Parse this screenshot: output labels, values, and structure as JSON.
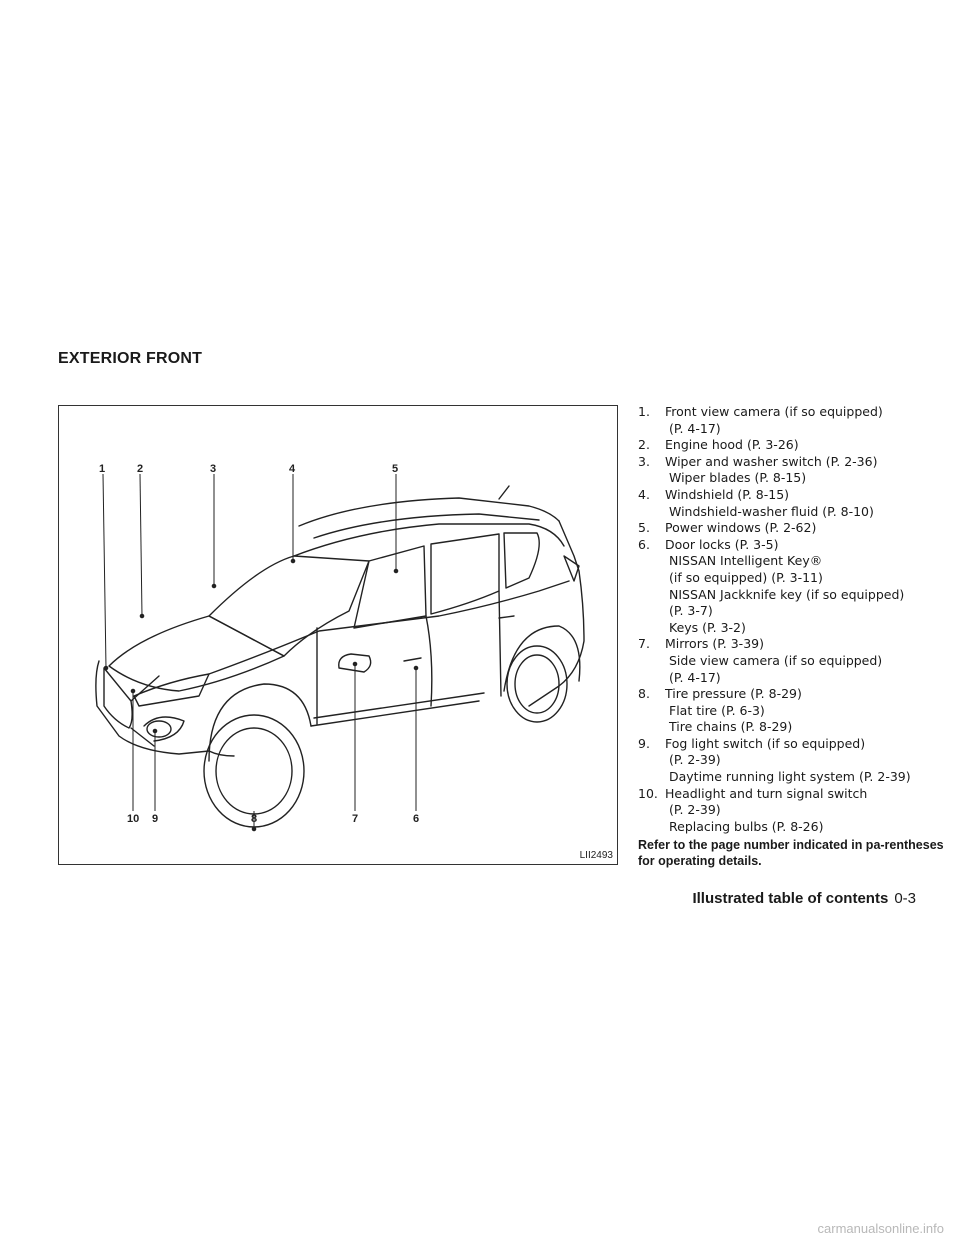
{
  "page": {
    "section_title": "EXTERIOR FRONT",
    "footer": {
      "section_name": "Illustrated table of contents",
      "page_number": "0-3"
    },
    "watermark": "carmanualsonline.info"
  },
  "figure": {
    "code": "LII2493",
    "callouts": [
      "1",
      "2",
      "3",
      "4",
      "5",
      "10",
      "9",
      "8",
      "7",
      "6"
    ]
  },
  "items": [
    {
      "num": "1.",
      "lines": [
        "Front view camera (if so equipped)",
        "(P. 4-17)"
      ]
    },
    {
      "num": "2.",
      "lines": [
        "Engine hood (P. 3-26)"
      ]
    },
    {
      "num": "3.",
      "lines": [
        "Wiper and washer switch (P. 2-36)",
        "Wiper blades (P. 8-15)"
      ]
    },
    {
      "num": "4.",
      "lines": [
        "Windshield (P. 8-15)",
        "Windshield-washer fluid (P. 8-10)"
      ]
    },
    {
      "num": "5.",
      "lines": [
        "Power windows (P. 2-62)"
      ]
    },
    {
      "num": "6.",
      "lines": [
        "Door locks (P. 3-5)",
        "NISSAN Intelligent Key®",
        "(if so equipped) (P. 3-11)",
        "NISSAN Jackknife key (if so equipped)",
        "(P. 3-7)",
        "Keys (P. 3-2)"
      ]
    },
    {
      "num": "7.",
      "lines": [
        "Mirrors (P. 3-39)",
        "Side view camera (if so equipped)",
        "(P. 4-17)"
      ]
    },
    {
      "num": "8.",
      "lines": [
        "Tire pressure (P. 8-29)",
        "Flat tire (P. 6-3)",
        "Tire chains (P. 8-29)"
      ]
    },
    {
      "num": "9.",
      "lines": [
        "Fog light switch (if so equipped)",
        "(P. 2-39)",
        "Daytime running light system (P. 2-39)"
      ]
    },
    {
      "num": "10.",
      "lines": [
        "Headlight and turn signal switch",
        "(P. 2-39)",
        "Replacing bulbs (P. 8-26)"
      ]
    }
  ],
  "note": "Refer to the page number indicated in pa-rentheses for operating details."
}
